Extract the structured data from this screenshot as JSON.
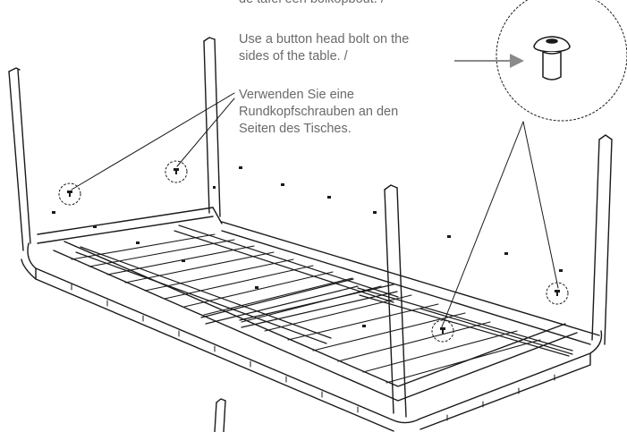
{
  "instructions": {
    "dutch_partial": "de tafel een bolkopbout. /",
    "english": "Use a button head bolt on the\nsides of the table. /",
    "german": "Verwenden Sie eine\nRundkopfschrauben an den\nSeiten des Tisches."
  },
  "icons": {
    "bolt_detail": "button-head-bolt-icon",
    "arrow": "arrow-right-icon"
  },
  "colors": {
    "line": "#1a1a1a",
    "callout_text": "#6a6a6a",
    "arrow": "#8a8a8a"
  }
}
